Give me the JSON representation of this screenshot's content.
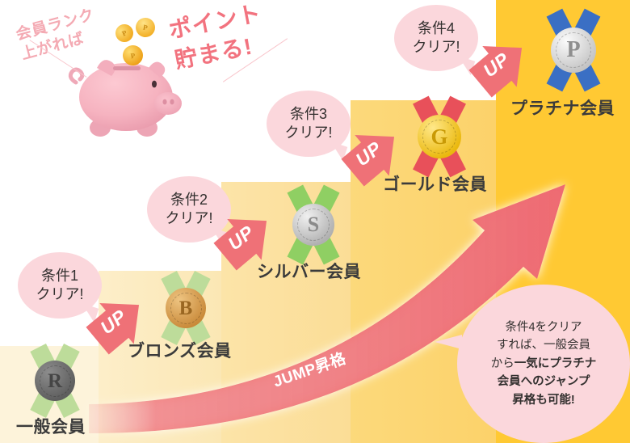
{
  "headline": {
    "left": "会員ランク\n上がれば",
    "right": "ポイント\n貯まる!"
  },
  "piggy": {
    "coin_symbol": "P",
    "coins": 3
  },
  "colors": {
    "bubble_pink": "#fbd7dc",
    "arrow_red": "#ef7177",
    "jump_pink": "#ee7980",
    "headline_left": "#f4aab3",
    "headline_right": "#f2737f",
    "label_text": "#3b3b3b"
  },
  "steps": [
    {
      "id": "general",
      "label": "一般会員",
      "medal_letter": "R",
      "medal_color": "#6e6e6e",
      "ribbon_color": "#bddc9a",
      "column_color": "#fdf3da"
    },
    {
      "id": "bronze",
      "label": "ブロンズ会員",
      "medal_letter": "B",
      "medal_color": "#d9a353",
      "ribbon_color": "#bddc9a",
      "column_color": "#fcecbe"
    },
    {
      "id": "silver",
      "label": "シルバー会員",
      "medal_letter": "S",
      "medal_color": "#bcbcbc",
      "ribbon_color": "#8fcf63",
      "column_color": "#fce3a4"
    },
    {
      "id": "gold",
      "label": "ゴールド会員",
      "medal_letter": "G",
      "medal_color": "#f2c715",
      "ribbon_color": "#e8505a",
      "column_color": "#fcd97b"
    },
    {
      "id": "platinum",
      "label": "プラチナ会員",
      "medal_letter": "P",
      "medal_color": "#d5d5d5",
      "ribbon_color": "#3a6fc4",
      "column_color": "#ffc933"
    }
  ],
  "conditions": [
    {
      "id": "c1",
      "line1": "条件1",
      "line2": "クリア!"
    },
    {
      "id": "c2",
      "line1": "条件2",
      "line2": "クリア!"
    },
    {
      "id": "c3",
      "line1": "条件3",
      "line2": "クリア!"
    },
    {
      "id": "c4",
      "line1": "条件4",
      "line2": "クリア!"
    }
  ],
  "up_arrows": {
    "label": "UP",
    "count": 4
  },
  "jump": {
    "label": "JUMP昇格"
  },
  "callout": {
    "line1": "条件4をクリア",
    "line2": "すれば、一般会員",
    "line3_plain": "から",
    "line3_bold": "一気にプラチナ",
    "line4_bold": "会員へのジャンプ",
    "line5_bold": "昇格も可能!"
  }
}
